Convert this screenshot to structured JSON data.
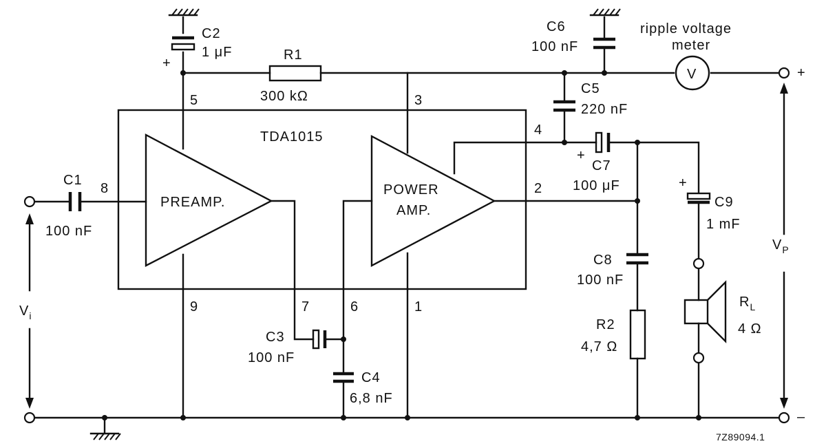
{
  "ic": {
    "name": "TDA1015",
    "preamp_label": "PREAMP.",
    "power_line1": "POWER",
    "power_line2": "AMP."
  },
  "pins": {
    "p1": "1",
    "p2": "2",
    "p3": "3",
    "p4": "4",
    "p5": "5",
    "p6": "6",
    "p7": "7",
    "p8": "8",
    "p9": "9"
  },
  "components": {
    "C1": {
      "ref": "C1",
      "value": "100 nF"
    },
    "C2": {
      "ref": "C2",
      "value": "1 μF"
    },
    "C3": {
      "ref": "C3",
      "value": "100 nF"
    },
    "C4": {
      "ref": "C4",
      "value": "6,8 nF"
    },
    "C5": {
      "ref": "C5",
      "value": "220 nF"
    },
    "C6": {
      "ref": "C6",
      "value": "100 nF"
    },
    "C7": {
      "ref": "C7",
      "value": "100 μF"
    },
    "C8": {
      "ref": "C8",
      "value": "100 nF"
    },
    "C9": {
      "ref": "C9",
      "value": "1 mF"
    },
    "R1": {
      "ref": "R1",
      "value": "300 kΩ"
    },
    "R2": {
      "ref": "R2",
      "value": "4,7 Ω"
    },
    "RL": {
      "ref_main": "R",
      "ref_sub": "L",
      "value": "4 Ω"
    }
  },
  "meter": {
    "line1": "ripple voltage",
    "line2": "meter",
    "symbol": "V"
  },
  "supply": {
    "plus": "+",
    "minus": "–",
    "vp_main": "V",
    "vp_sub": "P"
  },
  "input": {
    "vi_main": "V",
    "vi_sub": "i"
  },
  "polarity": {
    "c2": "+",
    "c7": "+",
    "c9": "+"
  },
  "drawing_ref": "7Z89094.1"
}
